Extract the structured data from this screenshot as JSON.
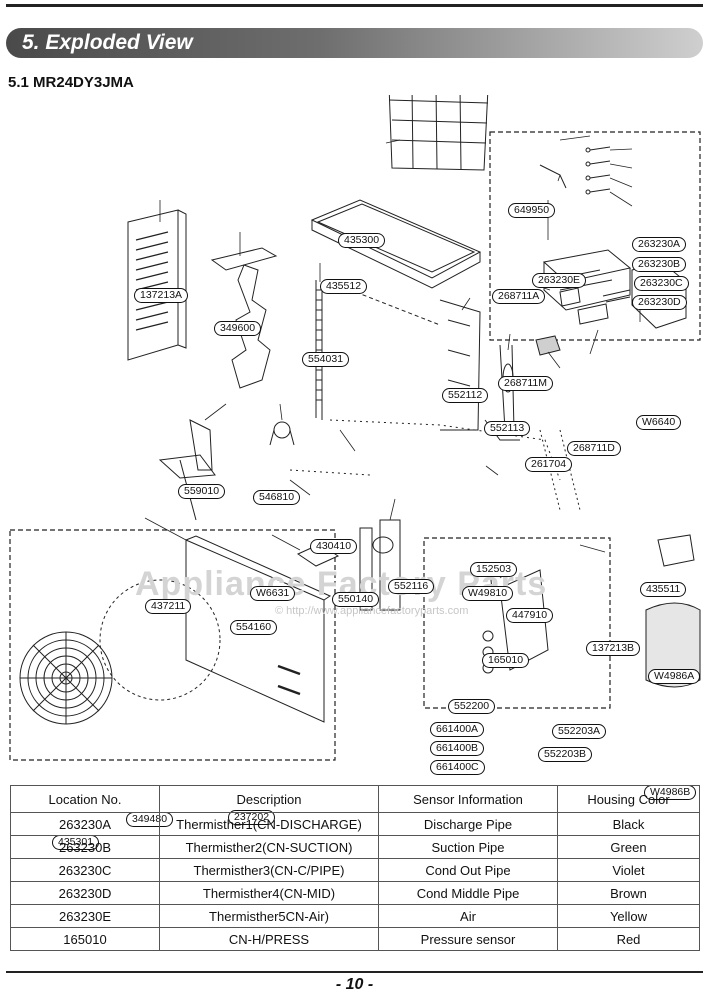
{
  "section_title": "5. Exploded View",
  "model_title": "5.1 MR24DY3JMA",
  "watermark": "Appliance Factory Parts",
  "watermark_url": "© http://www.appliancefactoryparts.com",
  "part_labels": {
    "p435300": "435300",
    "p649950": "649950",
    "p435512": "435512",
    "p263230A": "263230A",
    "p263230B": "263230B",
    "p263230C": "263230C",
    "p263230D": "263230D",
    "p263230E": "263230E",
    "p268711A": "268711A",
    "p268711M": "268711M",
    "p268711D": "268711D",
    "pW6640": "W6640",
    "p137213A": "137213A",
    "p349600": "349600",
    "p554031": "554031",
    "p552112": "552112",
    "p552113": "552113",
    "p261704": "261704",
    "p559010": "559010",
    "p546810": "546810",
    "p430410": "430410",
    "p152503": "152503",
    "p435511": "435511",
    "pW6631": "W6631",
    "p550140": "550140",
    "p552116": "552116",
    "pW49810": "W49810",
    "p437211": "437211",
    "p554160": "554160",
    "p447910": "447910",
    "p137213B": "137213B",
    "p165010": "165010",
    "pW4986A": "W4986A",
    "p552200": "552200",
    "p552203A": "552203A",
    "p661400A": "661400A",
    "p661400B": "661400B",
    "p552203B": "552203B",
    "p661400C": "661400C",
    "pW4986B": "W4986B",
    "p349480": "349480",
    "p237202": "237202",
    "p435301": "435301"
  },
  "table": {
    "headers": [
      "Location No.",
      "Description",
      "Sensor Information",
      "Housing Color"
    ],
    "rows": [
      [
        "263230A",
        "Thermisther1(CN-DISCHARGE)",
        "Discharge Pipe",
        "Black"
      ],
      [
        "263230B",
        "Thermisther2(CN-SUCTION)",
        "Suction Pipe",
        "Green"
      ],
      [
        "263230C",
        "Thermisther3(CN-C/PIPE)",
        "Cond Out Pipe",
        "Violet"
      ],
      [
        "263230D",
        "Thermisther4(CN-MID)",
        "Cond Middle Pipe",
        "Brown"
      ],
      [
        "263230E",
        "Thermisther5CN-Air)",
        "Air",
        "Yellow"
      ],
      [
        "165010",
        "CN-H/PRESS",
        "Pressure sensor",
        "Red"
      ]
    ]
  },
  "page_number": "- 10 -"
}
